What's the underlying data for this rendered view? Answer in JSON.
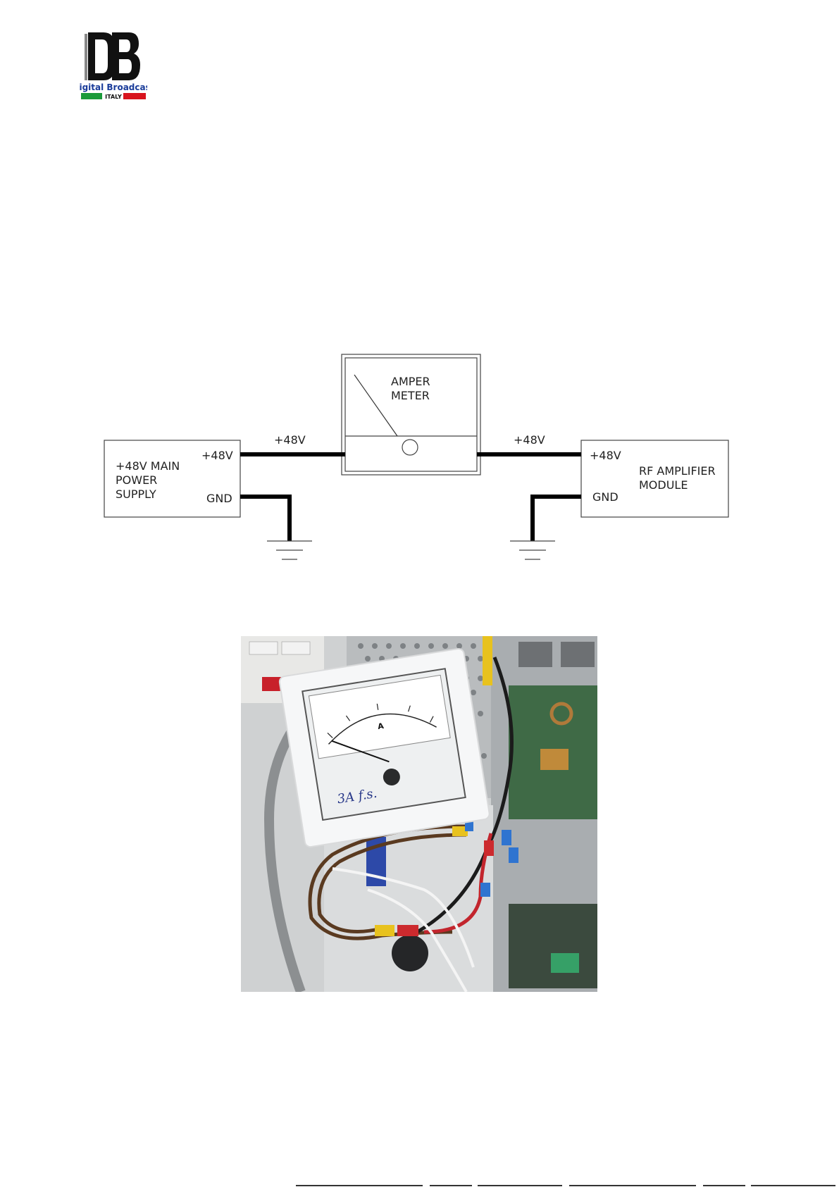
{
  "logo": {
    "letters": "DB",
    "brand": "Digital Broadcast",
    "country": "ITALY",
    "colors": {
      "green": "#1a9a3a",
      "red": "#d8141e",
      "blue": "#1a3c9a"
    }
  },
  "diagram": {
    "power_supply": {
      "line1": "+48V MAIN",
      "line2": "POWER",
      "line3": "SUPPLY",
      "pos_terminal": "+48V",
      "gnd_terminal": "GND"
    },
    "meter": {
      "line1": "AMPER",
      "line2": "METER"
    },
    "rf_module": {
      "line1": "RF AMPLIFIER",
      "line2": "MODULE",
      "pos_terminal": "+48V",
      "gnd_terminal": "GND"
    },
    "wire_left_label": "+48V",
    "wire_right_label": "+48V"
  },
  "photo": {
    "meter_unit": "A",
    "handwriting": "3A f.s."
  }
}
